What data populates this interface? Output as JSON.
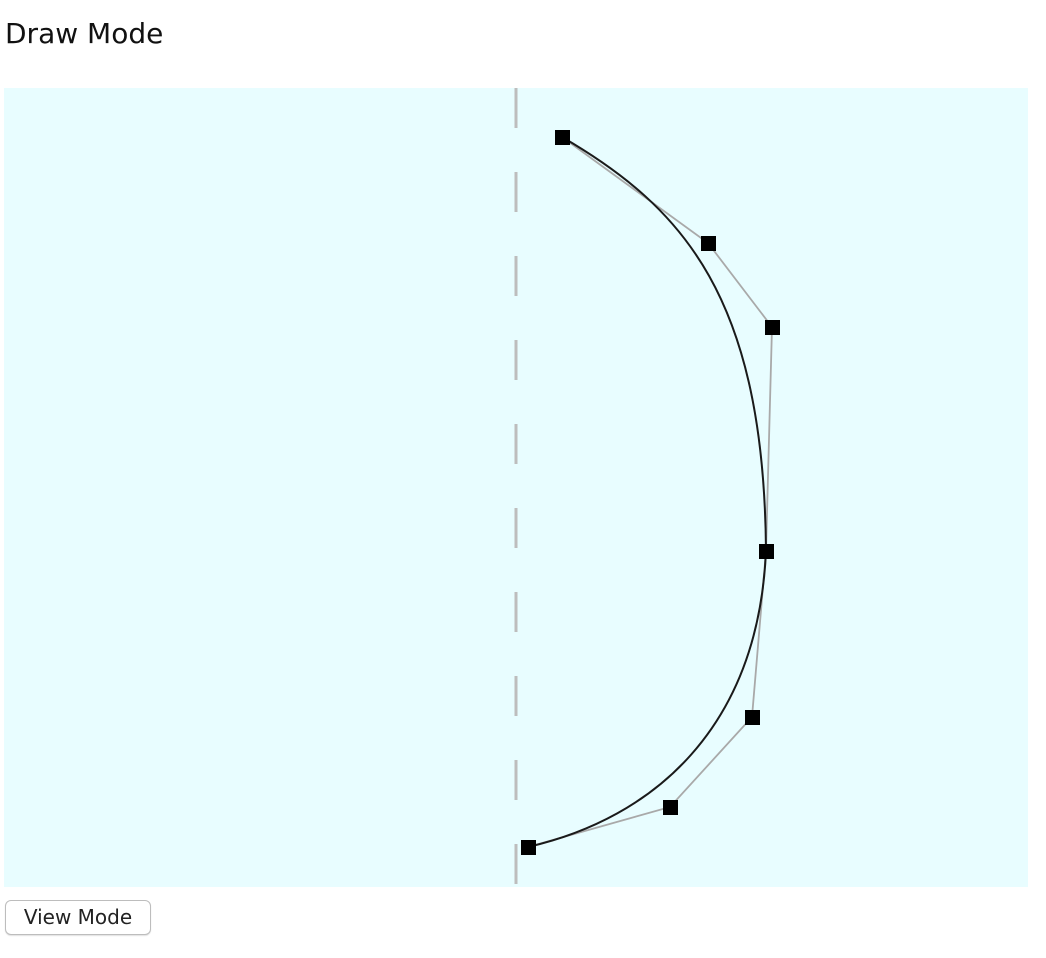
{
  "page": {
    "title": "Draw Mode"
  },
  "editor": {
    "background_color": "#e8fdff",
    "axis_color": "#bdbdbd",
    "curve_color": "#1a1a1a",
    "control_line_color": "#a9a9a9",
    "point_color": "#000000",
    "control_point_count": 7,
    "curve_type": "smooth spline through control points",
    "axis_style": "dashed vertical line"
  },
  "controls": {
    "view_mode_label": "View Mode"
  }
}
